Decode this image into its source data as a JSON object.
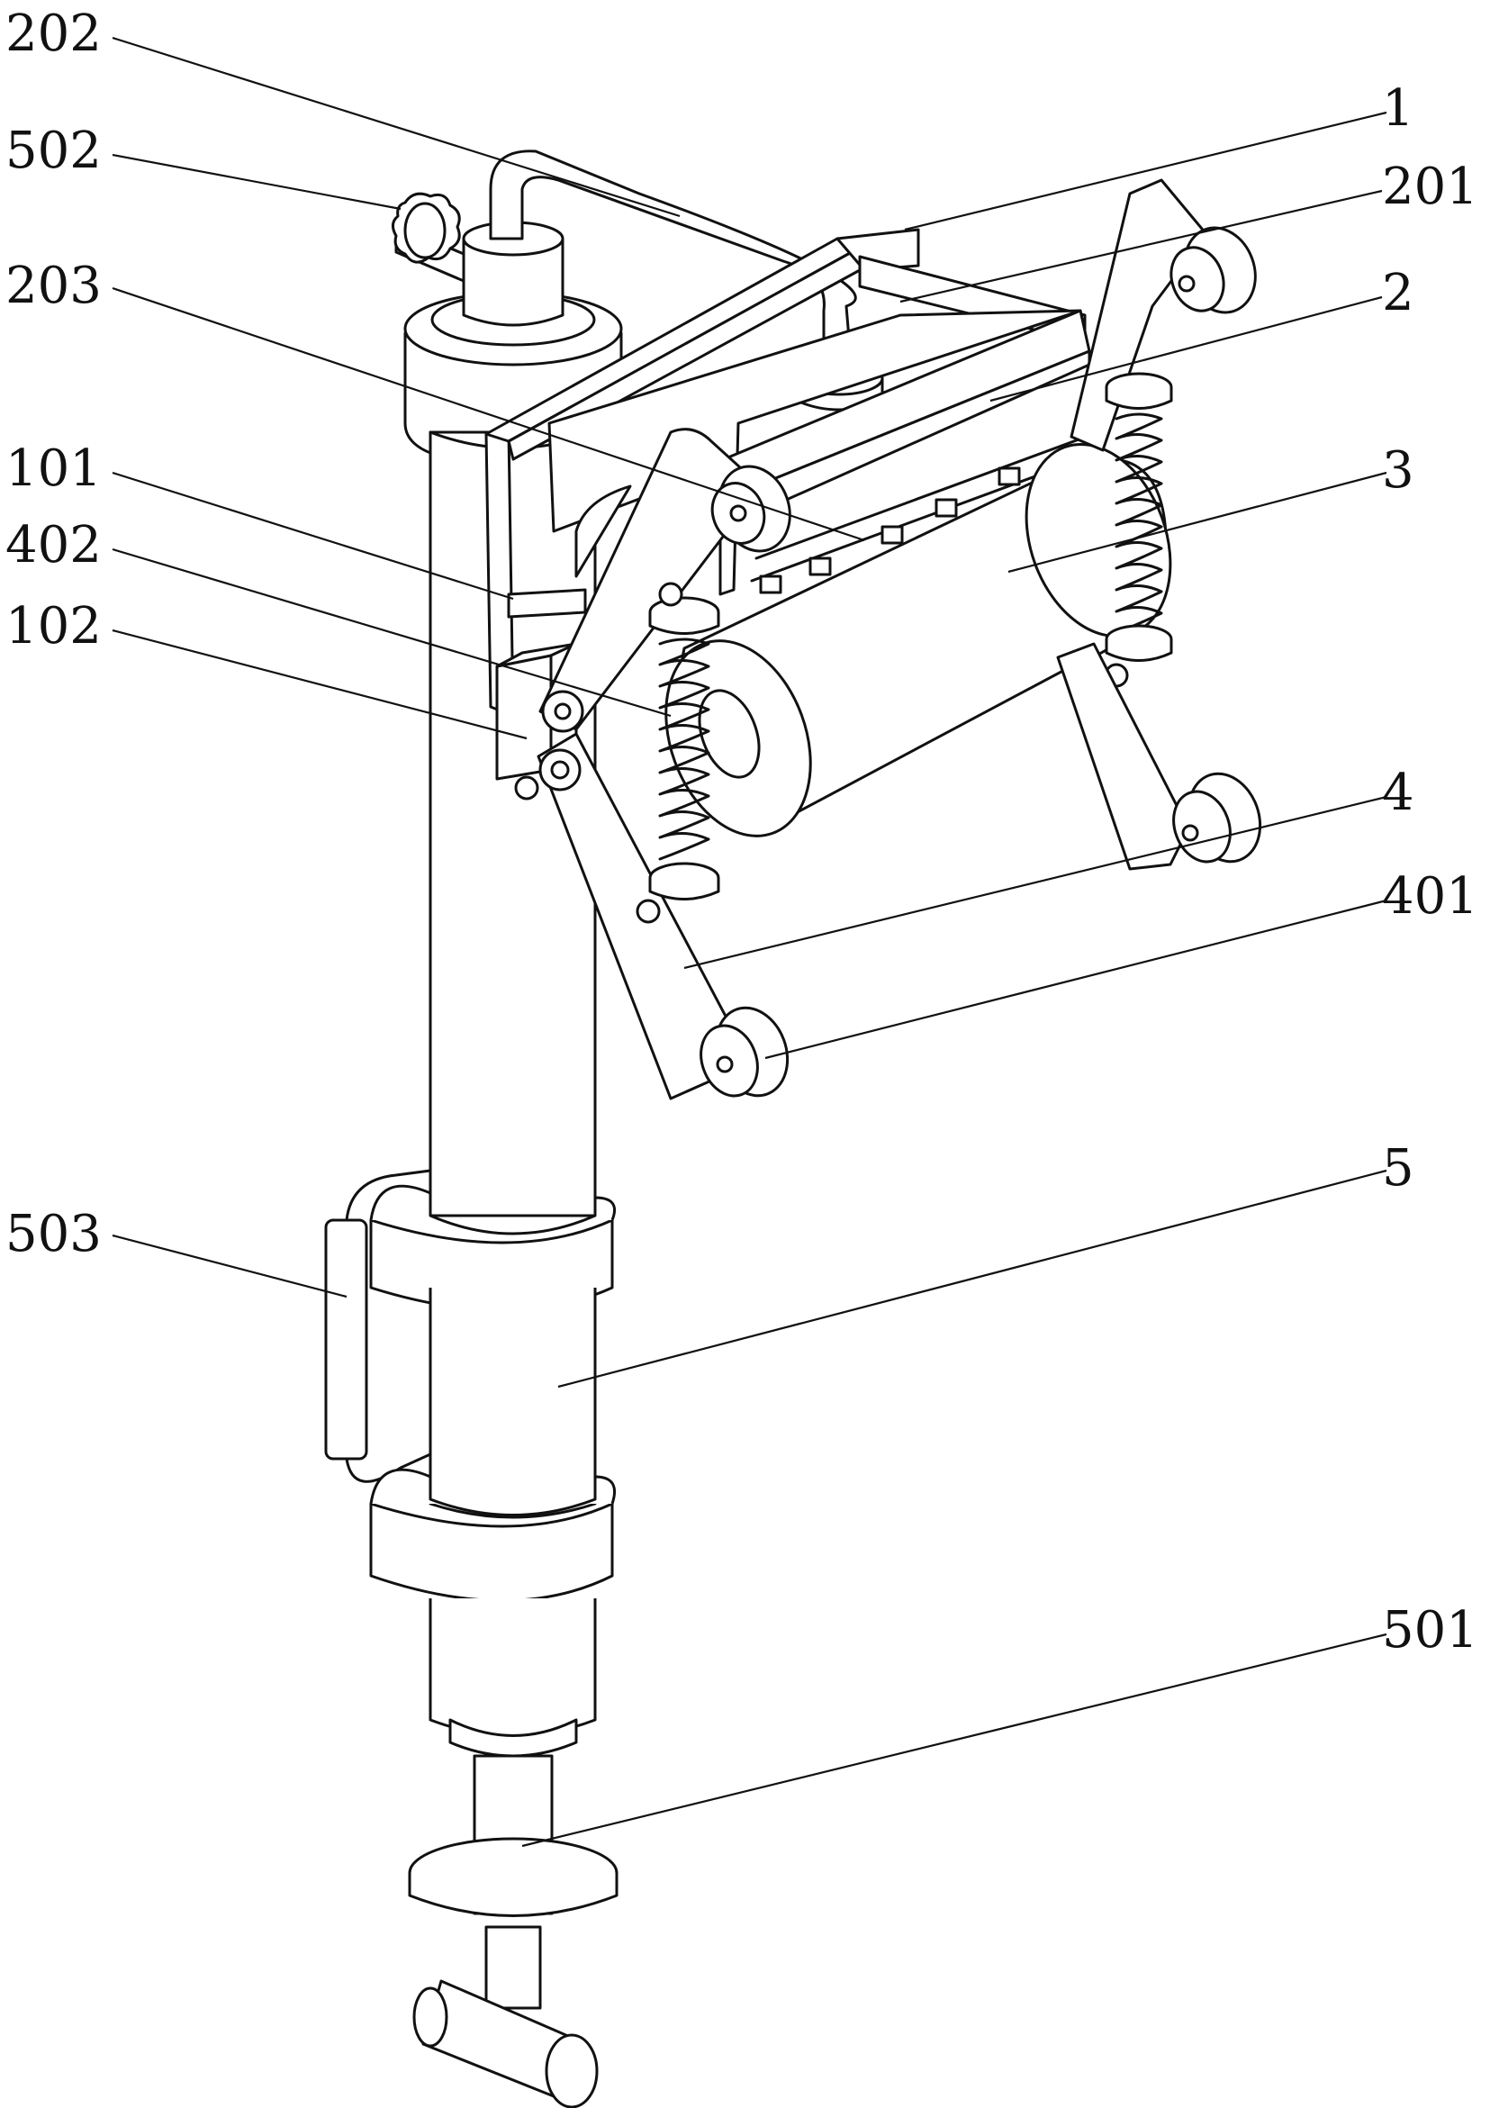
{
  "figure": {
    "labels": {
      "l202": "202",
      "l502": "502",
      "l203": "203",
      "l101": "101",
      "l402": "402",
      "l102": "102",
      "l503": "503",
      "l1": "1",
      "l201": "201",
      "l2": "2",
      "l3": "3",
      "l4": "4",
      "l401": "401",
      "l5": "5",
      "l501": "501"
    }
  }
}
